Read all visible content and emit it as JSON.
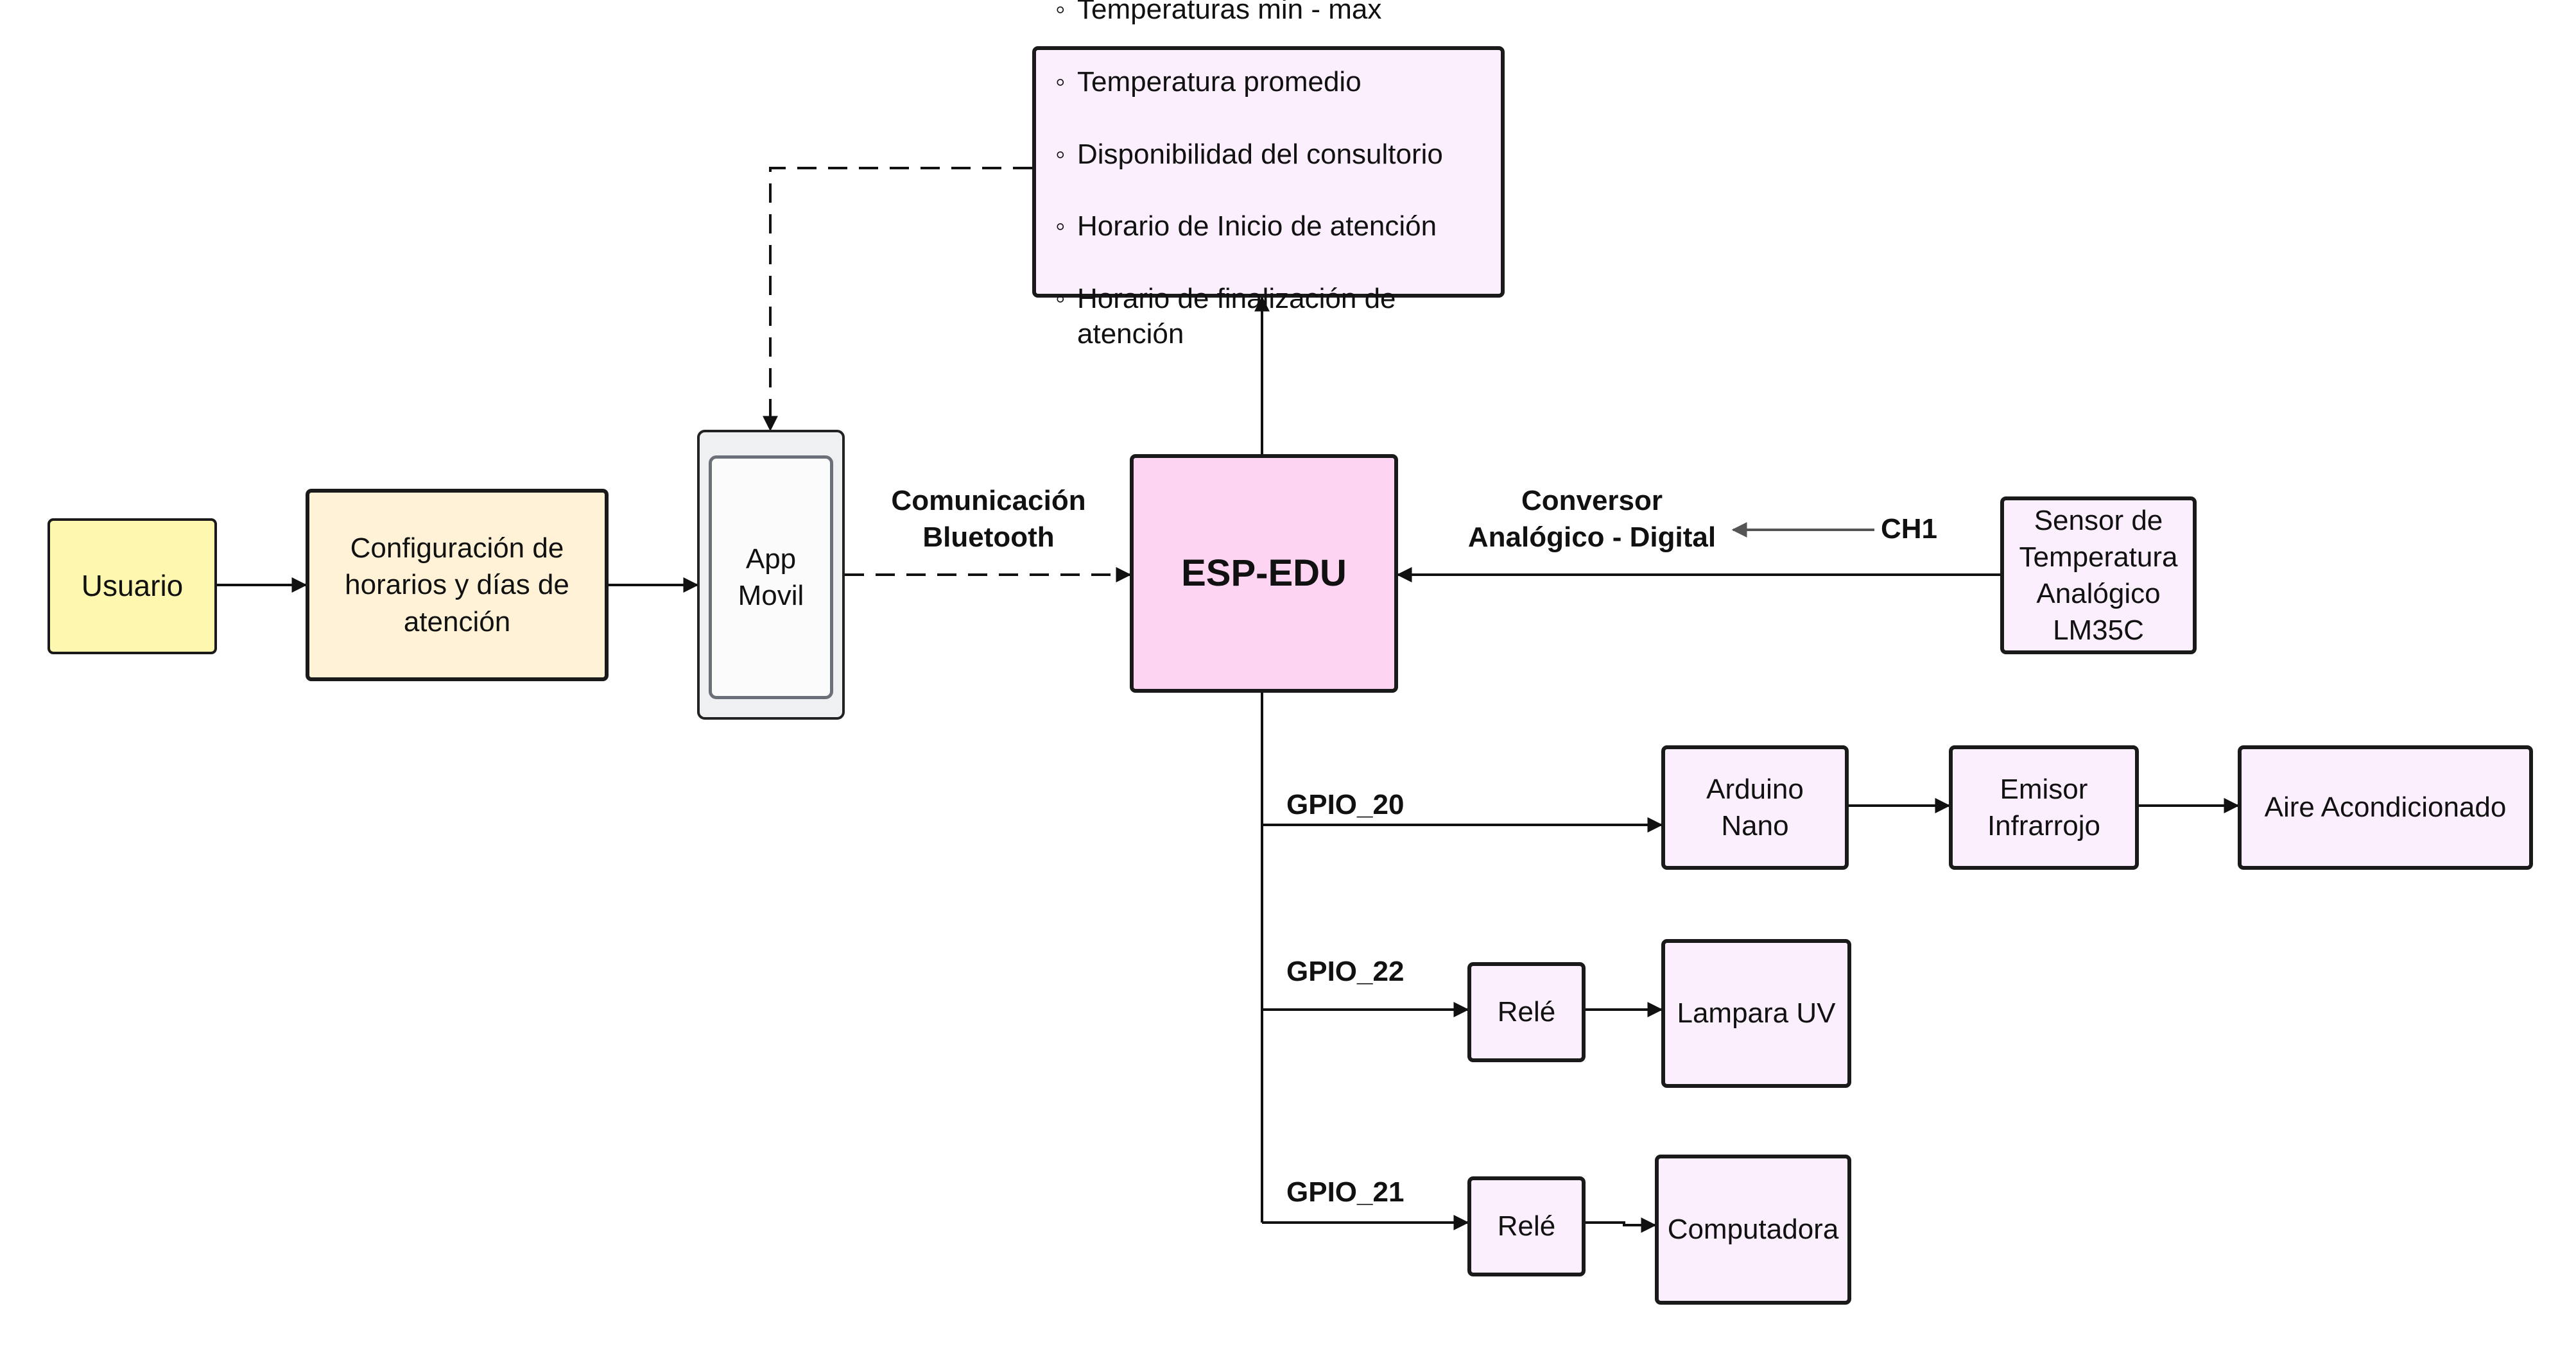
{
  "colors": {
    "user": "#fdf7b0",
    "config": "#fff2d6",
    "phone_bg": "#eff0f2",
    "esp": "#fdd5f3",
    "node": "#fbeefd"
  },
  "nodes": {
    "usuario": "Usuario",
    "config": "Configuración de\nhorarios y días de\natención",
    "app": "App\nMovil",
    "esp": "ESP-EDU",
    "sensor": "Sensor de\nTemperatura\nAnalógico\nLM35C",
    "arduino": "Arduino\nNano",
    "emisor": "Emisor\nInfrarrojo",
    "aire": "Aire Acondicionado",
    "rele1": "Relé",
    "lampara": "Lampara UV",
    "rele2": "Relé",
    "computadora": "Computadora"
  },
  "info_items": [
    "Temperaturas min - max",
    "Temperatura promedio",
    "Disponibilidad del consultorio",
    "Horario de Inicio de atención",
    "Horario de finalización de atención"
  ],
  "labels": {
    "bluetooth": "Comunicación\nBluetooth",
    "adc": "Conversor\nAnalógico - Digital",
    "ch1": "CH1",
    "gpio20": "GPIO_20",
    "gpio22": "GPIO_22",
    "gpio21": "GPIO_21"
  }
}
